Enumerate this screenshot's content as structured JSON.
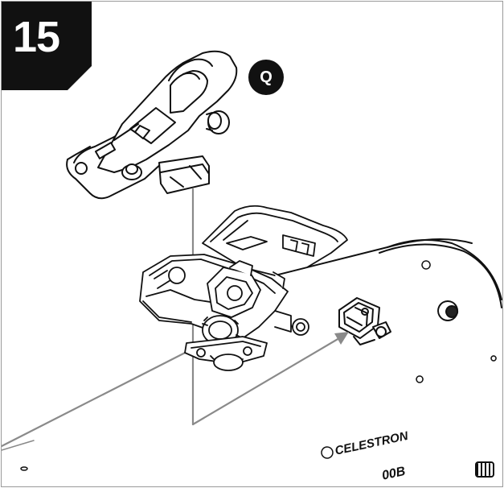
{
  "step": {
    "number": "15"
  },
  "part_label": {
    "letter": "Q"
  },
  "tube_branding": {
    "brand": "CELESTRON",
    "model_partial": "00B"
  },
  "colors": {
    "badge": "#111111",
    "line": "#111111",
    "arrow": "#8a8a8a",
    "frame": "#9a9a9a"
  }
}
